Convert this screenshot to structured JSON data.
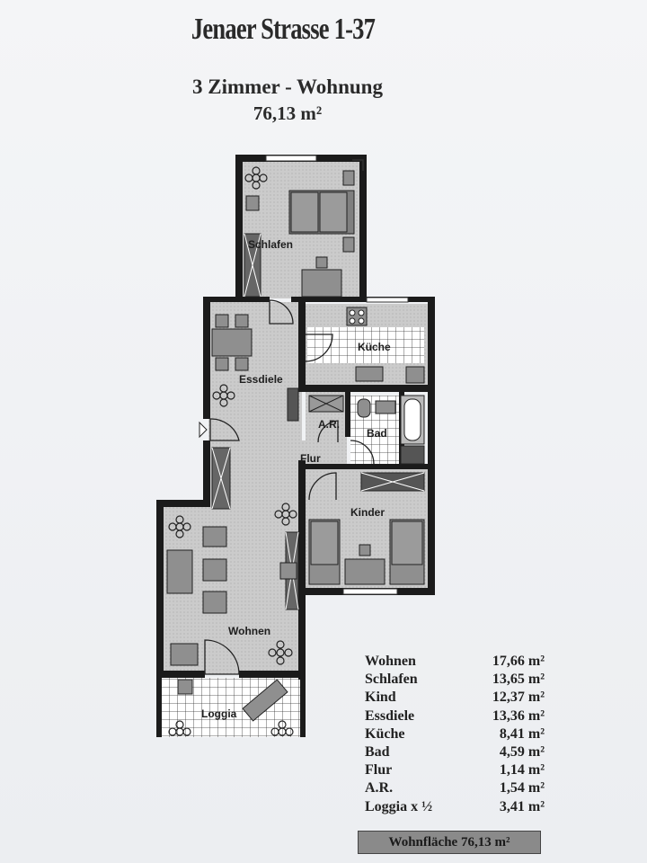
{
  "header": {
    "title": "Jenaer Strasse 1-37",
    "subtitle": "3 Zimmer - Wohnung",
    "area": "76,13 m²"
  },
  "rooms": {
    "schlafen": "Schlafen",
    "kueche": "Küche",
    "essdiele": "Essdiele",
    "ar": "A.R.",
    "bad": "Bad",
    "flur": "Flur",
    "kinder": "Kinder",
    "wohnen": "Wohnen",
    "loggia": "Loggia"
  },
  "areas": [
    {
      "room": "Wohnen",
      "value": "17,66 m²"
    },
    {
      "room": "Schlafen",
      "value": "13,65 m²"
    },
    {
      "room": "Kind",
      "value": "12,37 m²"
    },
    {
      "room": "Essdiele",
      "value": "13,36 m²"
    },
    {
      "room": "Küche",
      "value": "8,41 m²"
    },
    {
      "room": "Bad",
      "value": "4,59 m²"
    },
    {
      "room": "Flur",
      "value": "1,14 m²"
    },
    {
      "room": "A.R.",
      "value": "1,54 m²"
    },
    {
      "room": "Loggia x ½",
      "value": "3,41 m²"
    }
  ],
  "total": "Wohnfläche 76,13 m²",
  "colors": {
    "wall": "#1b1b1b",
    "floor": "#c9c9c9",
    "paper": "#f1f2f4",
    "furniture": "#8f8f8f",
    "tile": "#ffffff"
  }
}
